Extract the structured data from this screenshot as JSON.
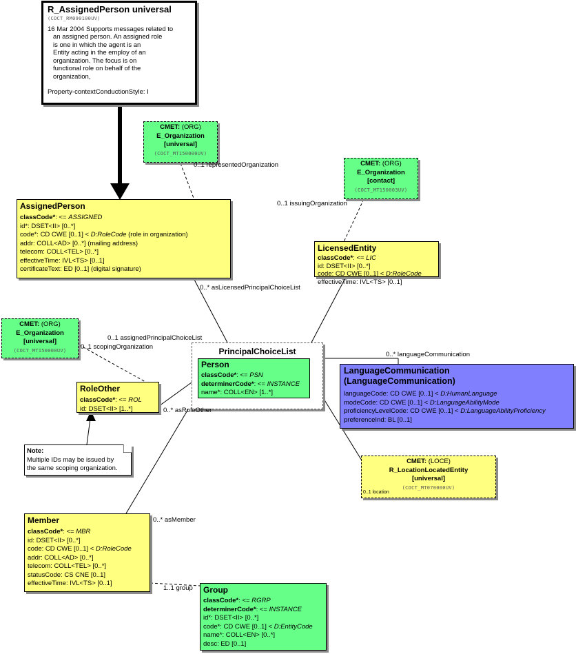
{
  "header": {
    "title": "R_AssignedPerson universal",
    "id": "(COCT_RM090100UV)",
    "description": [
      "16 Mar 2004 Supports messages related to",
      "an assigned person. An assigned role",
      "is one in which the agent is an",
      "Entity acting in the employ of an",
      "organization. The focus is on",
      "functional role on behalf of the",
      "organization,",
      "",
      "Property-contextConductionStyle: I"
    ]
  },
  "cmet_org_represented": {
    "cmet": "CMET:",
    "kind": "(ORG)",
    "name": "E_Organization",
    "flavor": "[universal]",
    "id": "(COCT_MT150000UV)"
  },
  "cmet_org_issuing": {
    "cmet": "CMET:",
    "kind": "(ORG)",
    "name": "E_Organization",
    "flavor": "[contact]",
    "id": "(COCT_MT150003UV)"
  },
  "cmet_org_scoping": {
    "cmet": "CMET:",
    "kind": "(ORG)",
    "name": "E_Organization",
    "flavor": "[universal]",
    "id": "(COCT_MT150000UV)"
  },
  "cmet_location": {
    "cmet": "CMET:",
    "kind": "(LOCE)",
    "name": "R_LocationLocatedEntity",
    "flavor": "[universal]",
    "id": "(COCT_MT070000UV)",
    "rel": "0..1 location"
  },
  "assigned_person": {
    "title": "AssignedPerson",
    "attrs": [
      {
        "name": "classCode*",
        "rest": ": <= ",
        "ital": "ASSIGNED",
        "tail": ""
      },
      {
        "name": "",
        "rest": "id*: DSET<II> [0..*]",
        "ital": "",
        "tail": ""
      },
      {
        "name": "",
        "rest": "code*: CD CWE [0..1] < ",
        "ital": "D:RoleCode",
        "tail": " (role in organization)"
      },
      {
        "name": "",
        "rest": "addr: COLL<AD> [0..*] (mailing address)",
        "ital": "",
        "tail": ""
      },
      {
        "name": "",
        "rest": "telecom: COLL<TEL> [0..*]",
        "ital": "",
        "tail": ""
      },
      {
        "name": "",
        "rest": "effectiveTime: IVL<TS> [0..1]",
        "ital": "",
        "tail": ""
      },
      {
        "name": "",
        "rest": "certificateText: ED [0..1] (digital signature)",
        "ital": "",
        "tail": ""
      }
    ]
  },
  "licensed_entity": {
    "title": "LicensedEntity",
    "attrs": [
      {
        "name": "classCode*",
        "rest": ": <= ",
        "ital": "LIC",
        "tail": ""
      },
      {
        "name": "",
        "rest": "id: DSET<II> [0..*]",
        "ital": "",
        "tail": ""
      },
      {
        "name": "",
        "rest": "code: CD CWE [0..1] < ",
        "ital": "D:RoleCode",
        "tail": ""
      },
      {
        "name": "",
        "rest": "effectiveTime: IVL<TS> [0..1]",
        "ital": "",
        "tail": ""
      }
    ]
  },
  "principal_choice": {
    "title": "PrincipalChoiceList"
  },
  "person": {
    "title": "Person",
    "attrs": [
      {
        "name": "classCode*",
        "rest": ": <= ",
        "ital": "PSN",
        "tail": ""
      },
      {
        "name": "determinerCode*",
        "rest": ": <= ",
        "ital": "INSTANCE",
        "tail": ""
      },
      {
        "name": "",
        "rest": "name*: COLL<EN> [1..*]",
        "ital": "",
        "tail": ""
      }
    ]
  },
  "language": {
    "title1": "LanguageCommunication",
    "title2": "(LanguageCommunication)",
    "attrs": [
      {
        "name": "",
        "rest": "languageCode: CD CWE [0..1] < ",
        "ital": "D:HumanLanguage",
        "tail": ""
      },
      {
        "name": "",
        "rest": "modeCode: CD CWE [0..1] < ",
        "ital": "D:LanguageAbilityMode",
        "tail": ""
      },
      {
        "name": "",
        "rest": "proficiencyLevelCode: CD CWE [0..1] < ",
        "ital": "D:LanguageAbilityProficiency",
        "tail": ""
      },
      {
        "name": "",
        "rest": "preferenceInd: BL [0..1]",
        "ital": "",
        "tail": ""
      }
    ]
  },
  "role_other": {
    "title": "RoleOther",
    "attrs": [
      {
        "name": "classCode*",
        "rest": ": <= ",
        "ital": "ROL",
        "tail": ""
      },
      {
        "name": "",
        "rest": "id: DSET<II> [1..*]",
        "ital": "",
        "tail": ""
      }
    ]
  },
  "note": {
    "label": "Note:",
    "lines": [
      "Multiple IDs may be issued by",
      "the same scoping organization."
    ]
  },
  "member": {
    "title": "Member",
    "attrs": [
      {
        "name": "classCode*",
        "rest": ": <= ",
        "ital": "MBR",
        "tail": ""
      },
      {
        "name": "",
        "rest": "id: DSET<II> [0..*]",
        "ital": "",
        "tail": ""
      },
      {
        "name": "",
        "rest": "code: CD CWE [0..1] < ",
        "ital": "D:RoleCode",
        "tail": ""
      },
      {
        "name": "",
        "rest": "addr: COLL<AD> [0..*]",
        "ital": "",
        "tail": ""
      },
      {
        "name": "",
        "rest": "telecom: COLL<TEL> [0..*]",
        "ital": "",
        "tail": ""
      },
      {
        "name": "",
        "rest": "statusCode: CS CNE [0..1]",
        "ital": "",
        "tail": ""
      },
      {
        "name": "",
        "rest": "effectiveTime: IVL<TS> [0..1]",
        "ital": "",
        "tail": ""
      }
    ]
  },
  "group": {
    "title": "Group",
    "attrs": [
      {
        "name": "classCode*",
        "rest": ": <= ",
        "ital": "RGRP",
        "tail": ""
      },
      {
        "name": "determinerCode*",
        "rest": ": <= ",
        "ital": "INSTANCE",
        "tail": ""
      },
      {
        "name": "",
        "rest": "id*: DSET<II> [0..*]",
        "ital": "",
        "tail": ""
      },
      {
        "name": "",
        "rest": "code*: CD CWE [0..1] < ",
        "ital": "D:EntityCode",
        "tail": ""
      },
      {
        "name": "",
        "rest": "name*: COLL<EN> [0..*]",
        "ital": "",
        "tail": ""
      },
      {
        "name": "",
        "rest": "desc: ED [0..1]",
        "ital": "",
        "tail": ""
      }
    ]
  },
  "relations": {
    "represented": "0..1 representedOrganization",
    "issuing": "0..1 issuingOrganization",
    "licensed": "0..* asLicensedPrincipalChoiceList",
    "assigned_pcl": "0..1 assignedPrincipalChoiceList",
    "scoping": "0..1 scopingOrganization",
    "role_other": "0..* asRoleOther",
    "language": "0..* languageCommunication",
    "member": "0..* asMember",
    "group": "1..1 group"
  },
  "colors": {
    "yellow": "#ffff80",
    "green": "#66ff88",
    "blue": "#8080ff"
  }
}
